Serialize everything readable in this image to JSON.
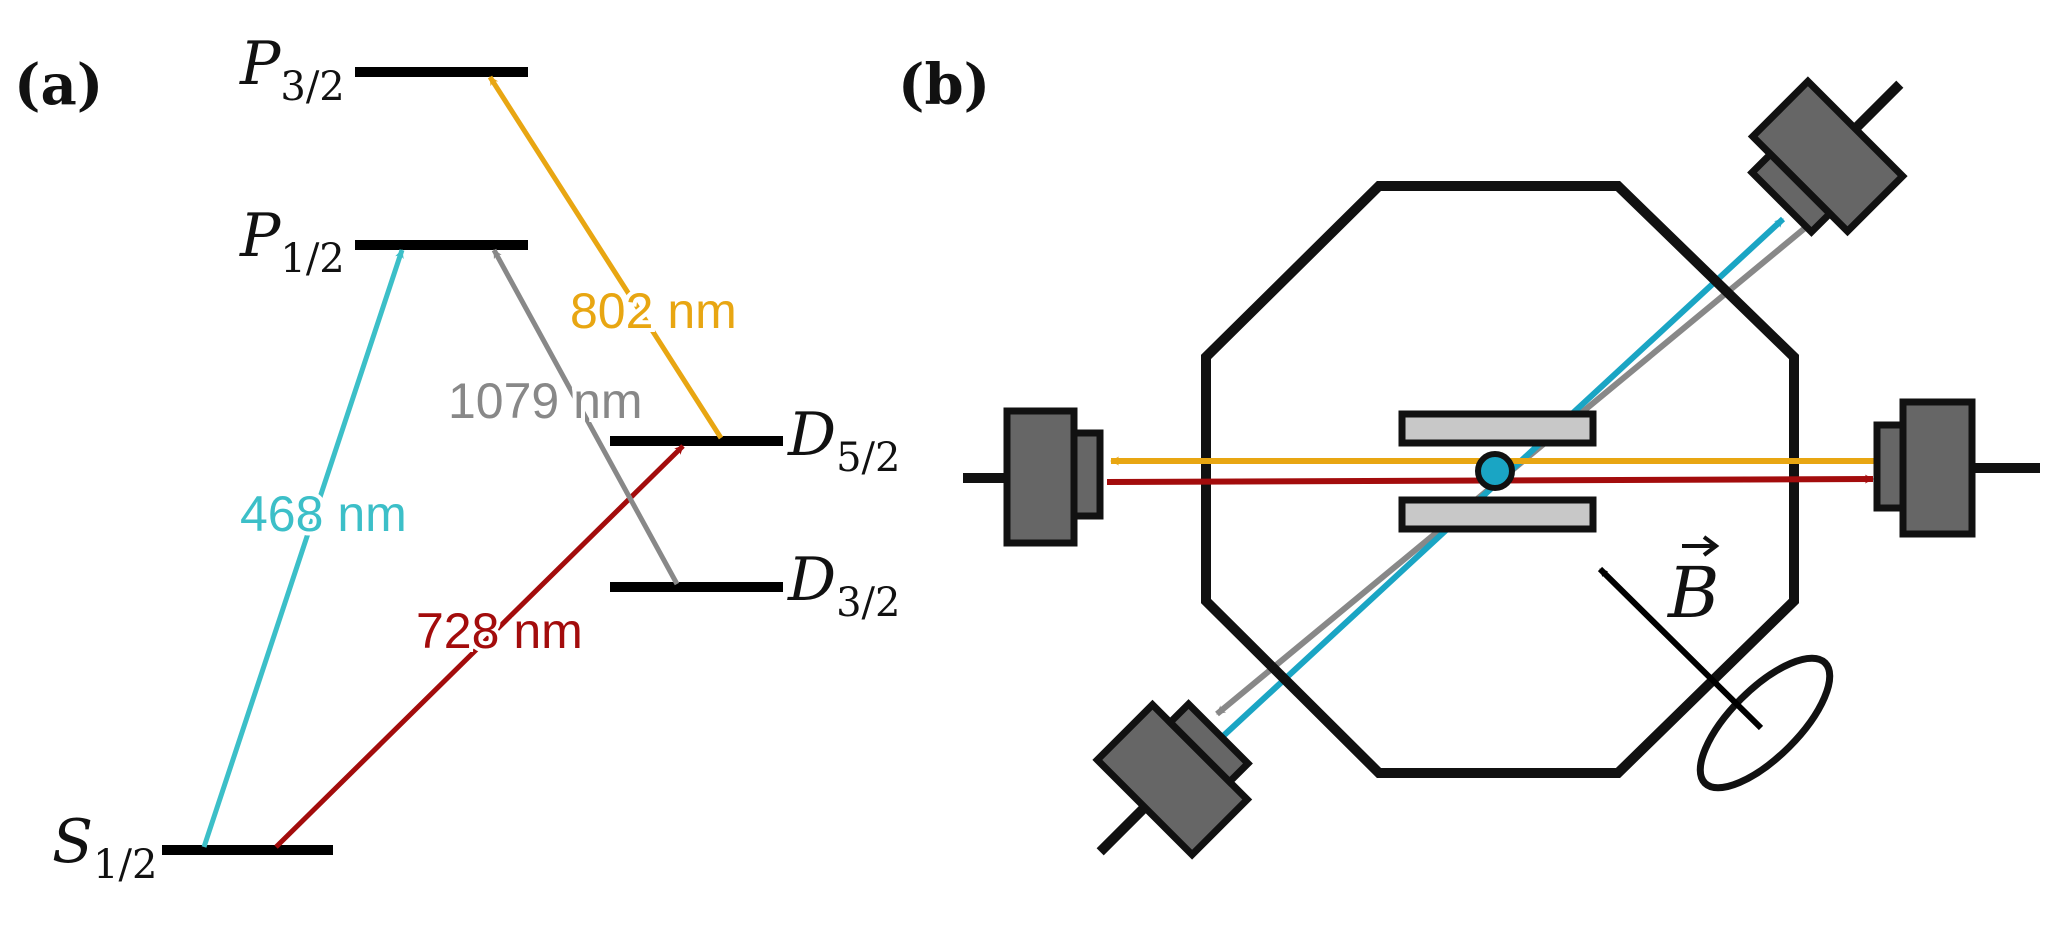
{
  "panels": {
    "a": {
      "label": "(a)"
    },
    "b": {
      "label": "(b)"
    }
  },
  "levels": {
    "S12": {
      "letter": "S",
      "sub": "1/2"
    },
    "P12": {
      "letter": "P",
      "sub": "1/2"
    },
    "P32": {
      "letter": "P",
      "sub": "3/2"
    },
    "D32": {
      "letter": "D",
      "sub": "3/2"
    },
    "D52": {
      "letter": "D",
      "sub": "5/2"
    }
  },
  "transitions": {
    "t468": {
      "label": "468 nm",
      "color": "#3cbfc8"
    },
    "t728": {
      "label": "728 nm",
      "color": "#a30c0c"
    },
    "t1079": {
      "label": "1079 nm",
      "color": "#888888"
    },
    "t802": {
      "label": "802 nm",
      "color": "#e8a612"
    }
  },
  "setup": {
    "field_letter": "B",
    "ion_color": "#1aa5c4",
    "detector_color": "#666666",
    "electrode_color": "#c8c8c8"
  }
}
